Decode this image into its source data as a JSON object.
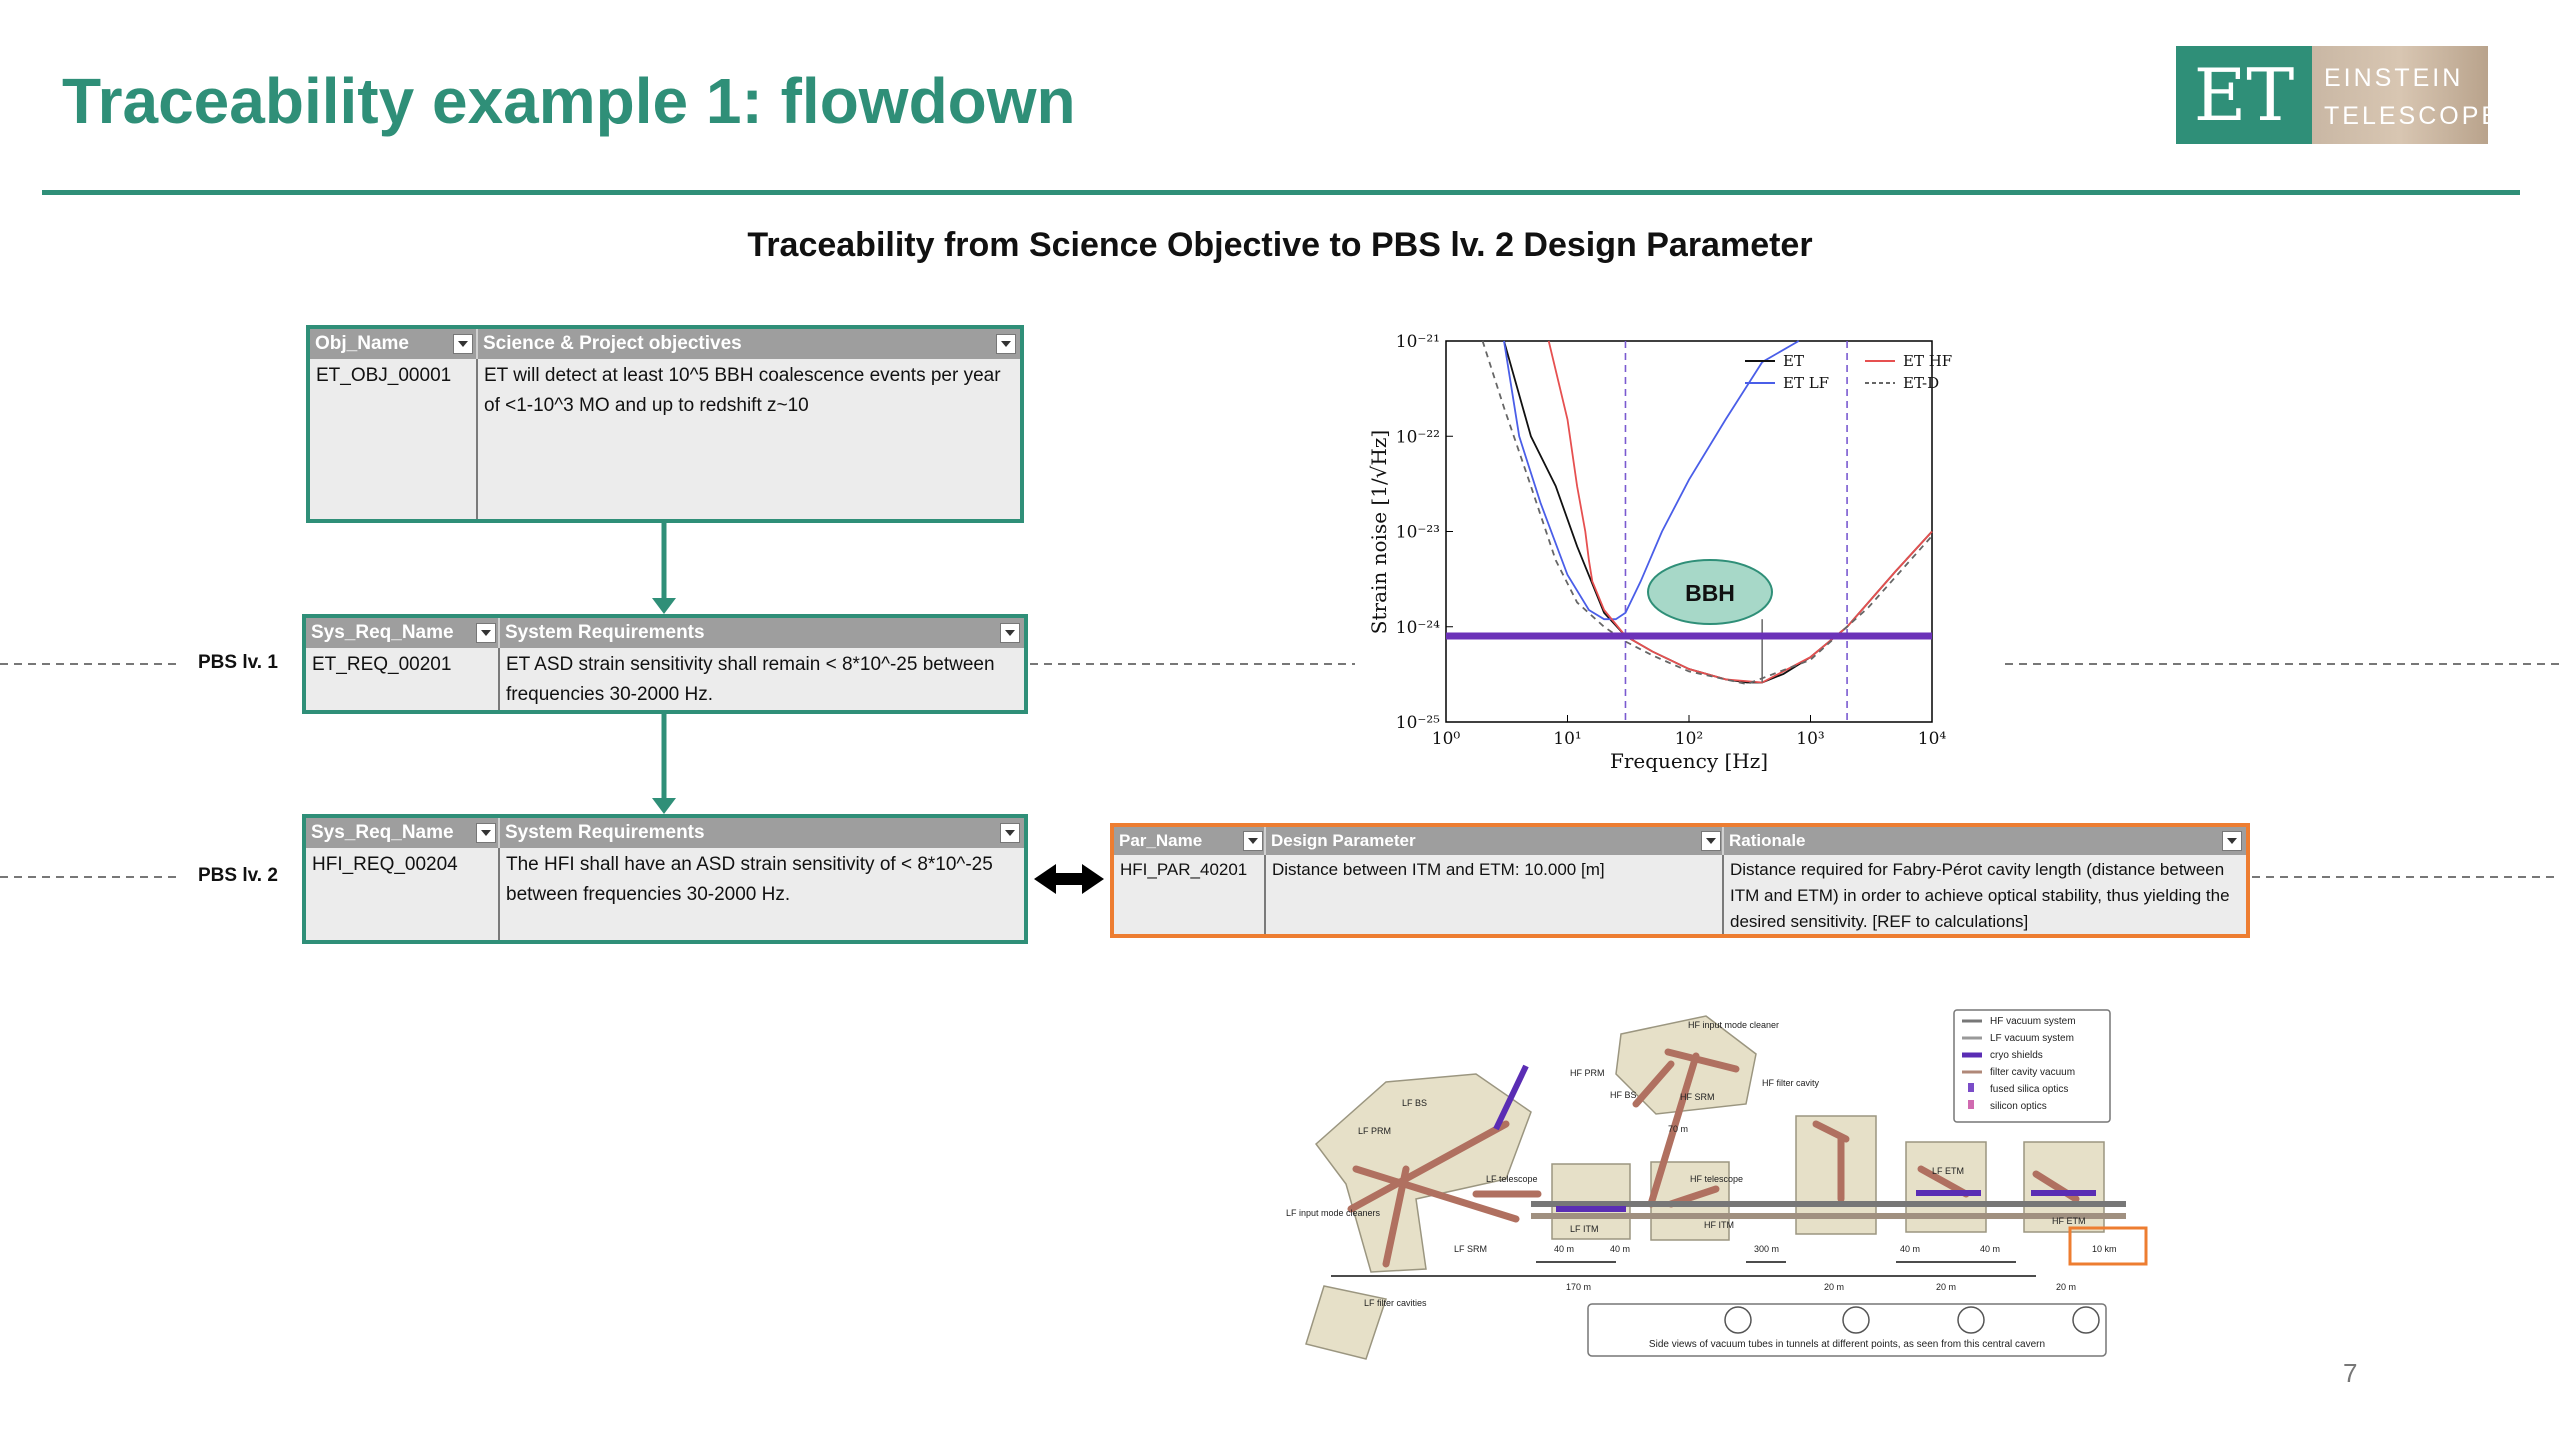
{
  "slide": {
    "title": "Traceability example 1: flowdown",
    "subtitle": "Traceability from Science Objective to PBS lv. 2 Design Parameter",
    "page_number": "7",
    "accent_color": "#2f8f78",
    "highlight_color": "#ed7d31"
  },
  "logo": {
    "letters": "ET",
    "line1": "EINSTEIN",
    "line2": "TELESCOPE"
  },
  "levels": {
    "lv1": "PBS lv. 1",
    "lv2": "PBS lv. 2"
  },
  "objective_table": {
    "headers": [
      "Obj_Name",
      "Science & Project objectives"
    ],
    "row": [
      "ET_OBJ_00001",
      "ET will detect at least 10^5 BBH coalescence events per year of <1-10^3 MO and up to redshift z~10"
    ]
  },
  "sysreq_lv1_table": {
    "headers": [
      "Sys_Req_Name",
      "System Requirements"
    ],
    "row": [
      "ET_REQ_00201",
      "ET ASD strain sensitivity shall remain < 8*10^-25 between frequencies 30-2000 Hz."
    ]
  },
  "sysreq_lv2_table": {
    "headers": [
      "Sys_Req_Name",
      "System Requirements"
    ],
    "row": [
      "HFI_REQ_00204",
      "The HFI shall have an ASD strain sensitivity of < 8*10^-25 between frequencies 30-2000 Hz."
    ]
  },
  "param_table": {
    "headers": [
      "Par_Name",
      "Design Parameter",
      "Rationale"
    ],
    "row": [
      "HFI_PAR_40201",
      "Distance between ITM and ETM: 10.000 [m]",
      "Distance required for Fabry-Pérot cavity length (distance between ITM and ETM) in order to achieve optical stability, thus yielding the desired sensitivity. [REF to calculations]"
    ]
  },
  "chart_data": {
    "type": "line",
    "xlabel": "Frequency [Hz]",
    "ylabel": "Strain noise [1/√Hz]",
    "xscale": "log",
    "yscale": "log",
    "xlim": [
      1,
      10000
    ],
    "ylim": [
      1e-25,
      1e-21
    ],
    "x_ticks": [
      "10⁰",
      "10¹",
      "10²",
      "10³",
      "10⁴"
    ],
    "y_ticks": [
      "10⁻²¹",
      "10⁻²²",
      "10⁻²³",
      "10⁻²⁴",
      "10⁻²⁵"
    ],
    "legend_position": "top-right",
    "annotation": "BBH",
    "requirement_level": 8e-25,
    "band_hz": [
      30,
      2000
    ],
    "series": [
      {
        "name": "ET",
        "color": "#111111",
        "dash": "",
        "x": [
          3,
          5,
          8,
          12,
          20,
          30,
          50,
          100,
          200,
          300,
          400,
          600,
          1000,
          2000,
          5000,
          10000
        ],
        "y": [
          1e-21,
          1e-22,
          3e-23,
          7e-24,
          1.4e-24,
          8e-25,
          5.5e-25,
          3.6e-25,
          2.8e-25,
          2.6e-25,
          2.6e-25,
          3.2e-25,
          4.8e-25,
          1e-24,
          3.8e-24,
          1e-23
        ]
      },
      {
        "name": "ET LF",
        "color": "#4a5ee8",
        "dash": "",
        "x": [
          3,
          4,
          6,
          10,
          15,
          20,
          25,
          30,
          40,
          60,
          100,
          200,
          400,
          800
        ],
        "y": [
          1e-21,
          1e-22,
          2e-23,
          3.5e-24,
          1.5e-24,
          1.2e-24,
          1.2e-24,
          1.4e-24,
          3e-24,
          1e-23,
          3.5e-23,
          1.5e-22,
          6e-22,
          1e-21
        ]
      },
      {
        "name": "ET HF",
        "color": "#e65050",
        "dash": "",
        "x": [
          7,
          10,
          12,
          14,
          15,
          16,
          20,
          30,
          50,
          100,
          200,
          400,
          1000,
          2000,
          5000,
          10000
        ],
        "y": [
          1e-21,
          1.5e-22,
          3e-23,
          1e-23,
          5e-24,
          3e-24,
          1.5e-24,
          8e-25,
          5.5e-25,
          3.6e-25,
          2.8e-25,
          2.6e-25,
          4.8e-25,
          1e-24,
          3.8e-24,
          1e-23
        ]
      },
      {
        "name": "ET-D",
        "color": "#666666",
        "dash": "6,5",
        "x": [
          2,
          3,
          5,
          8,
          12,
          20,
          30,
          50,
          100,
          300,
          1000,
          3000,
          10000
        ],
        "y": [
          1e-21,
          2e-22,
          3e-23,
          5e-24,
          1.8e-24,
          1e-24,
          7e-25,
          5e-25,
          3.4e-25,
          2.5e-25,
          4.5e-25,
          1.6e-24,
          9e-24
        ]
      }
    ]
  },
  "layout_diagram": {
    "legend": [
      "HF vacuum system",
      "LF vacuum system",
      "cryo shields",
      "filter cavity vacuum",
      "fused silica optics",
      "silicon optics"
    ],
    "legend_colors": [
      "#777777",
      "#999999",
      "#5a2db4",
      "#b08878",
      "#7a4cc8",
      "#d06ab0"
    ],
    "labels": [
      "HF input mode cleaner",
      "HF PRM",
      "HF BS",
      "HF SRM",
      "HF filter cavity",
      "LF BS",
      "LF PRM",
      "LF telescope",
      "LF input mode cleaners",
      "LF SRM",
      "LF ITM",
      "HF telescope",
      "HF ITM",
      "LF ETM",
      "HF ETM",
      "LF filter cavities",
      "70 m"
    ],
    "distances": [
      "40 m",
      "40 m",
      "300 m",
      "40 m",
      "40 m",
      "170 m",
      "20 m",
      "20 m",
      "20 m",
      "10 km"
    ],
    "caption": "Side views of vacuum tubes in tunnels at different points, as seen from this central cavern"
  }
}
